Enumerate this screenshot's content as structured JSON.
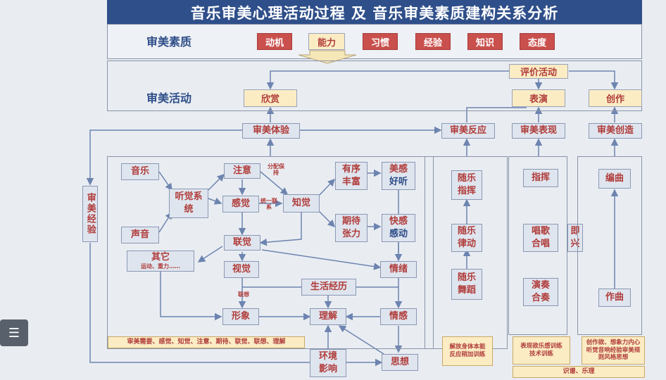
{
  "title": "音乐审美心理活动过程 及 音乐审美素质建构关系分析",
  "suzhi": {
    "label": "审美素质",
    "items": [
      "动机",
      "能力",
      "习惯",
      "经验",
      "知识",
      "态度"
    ]
  },
  "huodong": {
    "label": "审美活动",
    "pingjia": "评价活动",
    "xinshang": "欣赏",
    "biaoyan": "表演",
    "chuangzuo": "创作"
  },
  "middle": {
    "tiyan": "审美体验",
    "fanying": "审美反应",
    "biaoxian": "审美表现",
    "chuangzao": "审美创造"
  },
  "left_label": "审美经验",
  "nodes": {
    "yinyue": "音乐",
    "shengyin": "声音",
    "tingjue": "听觉系统",
    "zhuyi": "注意",
    "ganjue": "感觉",
    "zhijue": "知觉",
    "lianjue": "联觉",
    "qita": "其它",
    "qita_sub": "运动、重力……",
    "shijue": "视觉",
    "xingxiang": "形象",
    "youxu": "有序丰富",
    "meigan1": "美感",
    "meigan2": "好听",
    "qidai": "期待张力",
    "kuaigan1": "快感",
    "kuaigan2": "感动",
    "qingxu": "情绪",
    "shenghuo": "生活经历",
    "lijie": "理解",
    "qinggan": "情感",
    "huanjing": "环境影响",
    "sixiang": "思想"
  },
  "edge_labels": {
    "fenpei": "分配保持",
    "tongyi": "统一联系",
    "lianxiang": "联想"
  },
  "fanying_col": [
    "随乐指挥",
    "随乐律动",
    "随乐舞蹈"
  ],
  "biaoxian_col": [
    "指挥",
    "唱歌合唱",
    "演奏合奏"
  ],
  "jixing": "即兴",
  "chuangzao_col": [
    "编曲",
    "作曲"
  ],
  "notes": {
    "left": "审美需要、感觉、知觉、注意、期待、联觉、联想、理解",
    "fanying": "解放身体本能反应稍加训练",
    "biaoxian": "表现欲乐感训练技术训练",
    "chuangzao": "创作欲、想象力内心听觉音响经验审美规则风格思想",
    "bottom": "识谱、乐理"
  }
}
